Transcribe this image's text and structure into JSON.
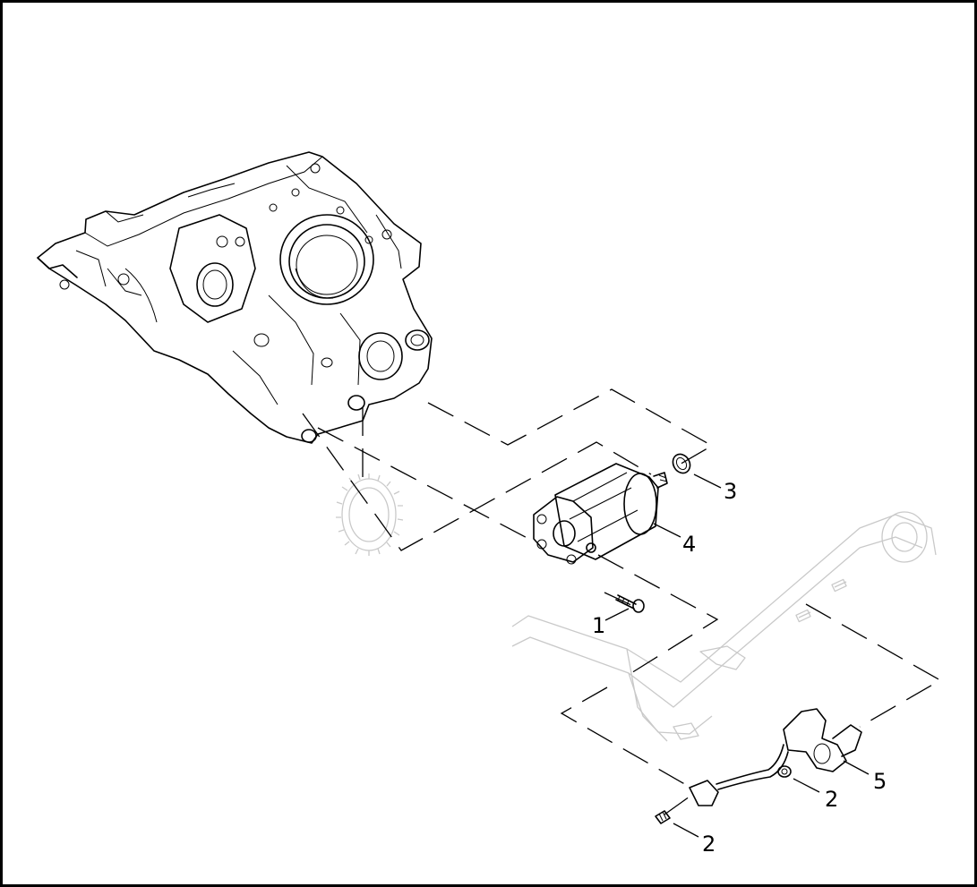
{
  "callouts": [
    {
      "label": "1"
    },
    {
      "label": "2"
    },
    {
      "label": "2"
    },
    {
      "label": "3"
    },
    {
      "label": "4"
    },
    {
      "label": "5"
    }
  ]
}
